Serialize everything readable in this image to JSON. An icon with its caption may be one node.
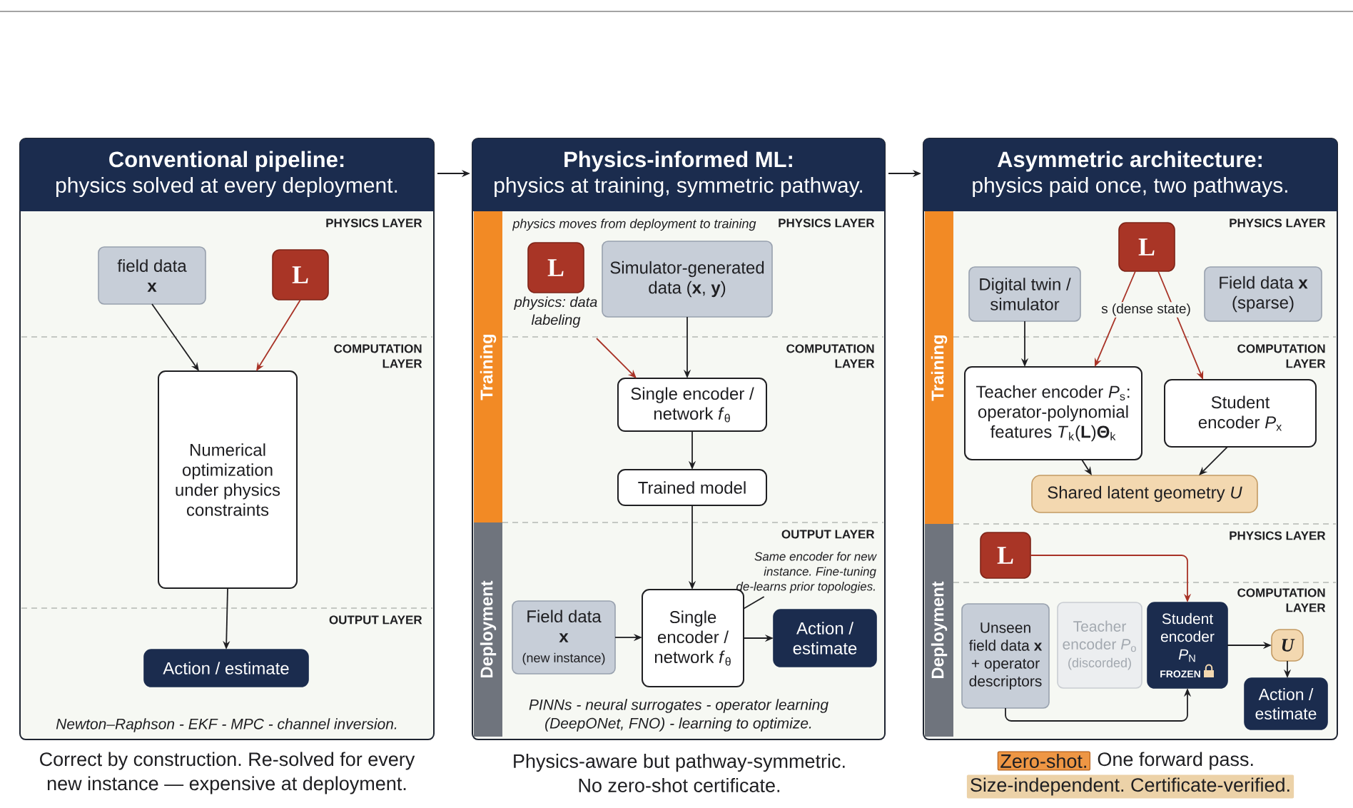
{
  "diagram": {
    "nodes": [
      {
        "text": [
          "Conventional pipeline:",
          "physics solved at every deployment.",
          "Newton–Raphson - EKF - MPC - channel inversion."
        ],
        "beside": [
          "Correct by construction. Re-solved for every new instance — expensive at deployment."
        ]
      },
      {
        "text": [
          "field data **x**"
        ],
        "in": 0
      },
      {
        "text": [
          "L"
        ],
        "in": 0
      },
      {
        "text": [
          "Numerical optimization under physics constraints"
        ],
        "in": 0
      },
      {
        "text": [
          "Action / estimate"
        ],
        "in": 0
      },
      {
        "text": [
          "Physics-informed ML:",
          "physics at training, symmetric pathway.",
          "PINNs - neural surrogates - operator learning (DeepONet, FNO) - learning to optimize."
        ],
        "beside": [
          "Physics-aware but pathway-symmetric. No zero-shot certificate."
        ]
      },
      {
        "text": [
          "Training"
        ],
        "in": 5
      },
      {
        "text": [
          "Deployment"
        ],
        "in": 5
      },
      {
        "text": [
          "L"
        ],
        "in": 5,
        "beside": [
          "physics: data labeling"
        ]
      },
      {
        "text": [
          "Simulator-generated data (**x**, **y**)"
        ],
        "in": 5
      },
      {
        "text": [
          "Single encoder / network *f*$_{θ}$"
        ],
        "in": 5
      },
      {
        "text": [
          "Trained model"
        ],
        "in": 5
      },
      {
        "text": [
          "Field data **x**",
          "(new instance)"
        ],
        "in": 5
      },
      {
        "text": [
          "Single encoder / network *f*$_{θ}$"
        ],
        "in": 5
      },
      {
        "text": [
          "Action / estimate"
        ],
        "in": 5
      },
      {
        "text": [
          "Same encoder for new instance. Fine-tuning de-learns prior topologies."
        ],
        "in": 5
      },
      {
        "text": [
          "Asymmetric architecture:",
          "physics paid once, two pathways."
        ],
        "beside": [
          "Zero-shot.",
          "One forward pass.",
          "Size-independent. Certificate-verified."
        ]
      },
      {
        "text": [
          "Training"
        ],
        "in": 16
      },
      {
        "text": [
          "Deployment"
        ],
        "in": 16
      },
      {
        "text": [
          "L"
        ],
        "in": 16
      },
      {
        "text": [
          "Digital twin / simulator"
        ],
        "in": 16
      },
      {
        "text": [
          "Field data **x** (sparse)"
        ],
        "in": 16
      },
      {
        "text": [
          "Teacher encoder *P*$_{s}$: operator-polynomial features *T*$_{k}$(**L**)**Θ**$_{k}$"
        ],
        "in": 16
      },
      {
        "text": [
          "Student encoder *P*$_{x}$"
        ],
        "in": 16
      },
      {
        "text": [
          "Shared latent geometry *U*"
        ],
        "in": 16
      },
      {
        "text": [
          "L"
        ],
        "in": 16
      },
      {
        "text": [
          "Unseen field data **x** + operator descriptors"
        ],
        "in": 16
      },
      {
        "text": [
          "Teacher encoder *P*$_{o}$",
          "(discorded)"
        ],
        "in": 16
      },
      {
        "text": [
          "Student encoder *P*$_{N}$",
          "FROZEN"
        ],
        "in": 16
      },
      {
        "text": [
          "U"
        ],
        "in": 16
      },
      {
        "text": [
          "Action / estimate"
        ],
        "in": 16
      }
    ],
    "edges": [
      {
        "from": 0,
        "to": 5,
        "arrow": "to"
      },
      {
        "from": 5,
        "to": 16,
        "arrow": "to"
      },
      {
        "from": 1,
        "to": 3,
        "arrow": "to"
      },
      {
        "from": 2,
        "to": 3,
        "arrow": "to",
        "color": "#a83226"
      },
      {
        "from": 3,
        "to": 4,
        "arrow": "to"
      },
      {
        "from": 8,
        "to": 10,
        "arrow": "to",
        "color": "#a83226"
      },
      {
        "from": 9,
        "to": 10,
        "arrow": "to"
      },
      {
        "from": 10,
        "to": 11,
        "arrow": "to"
      },
      {
        "from": 11,
        "to": 13,
        "arrow": "to"
      },
      {
        "from": 12,
        "to": 13,
        "arrow": "to"
      },
      {
        "from": 13,
        "to": 14,
        "arrow": "to"
      },
      {
        "from": 15,
        "to": 13,
        "arrow": "none"
      },
      {
        "from": 20,
        "to": 22,
        "arrow": "to"
      },
      {
        "from": 19,
        "to": 22,
        "arrow": "to",
        "color": "#a83226",
        "label": "s (dense state)"
      },
      {
        "from": 19,
        "to": 23,
        "arrow": "to",
        "color": "#a83226"
      },
      {
        "from": 22,
        "to": 24,
        "arrow": "to"
      },
      {
        "from": 23,
        "to": 24,
        "arrow": "to"
      },
      {
        "from": 25,
        "to": 28,
        "arrow": "to",
        "color": "#a83226"
      },
      {
        "from": 26,
        "to": 28,
        "arrow": "to"
      },
      {
        "from": 28,
        "to": 29,
        "arrow": "to"
      },
      {
        "from": 29,
        "to": 30,
        "arrow": "to"
      }
    ],
    "labels": [
      "PHYSICS LAYER",
      "COMPUTATION LAYER",
      "OUTPUT LAYER",
      "physics moves from deployment to training",
      "PHYSICS LAYER",
      "COMPUTATION LAYER",
      "OUTPUT LAYER",
      "PHYSICS LAYER",
      "COMPUTATION LAYER",
      "PHYSICS LAYER",
      "COMPUTATION LAYER"
    ]
  }
}
